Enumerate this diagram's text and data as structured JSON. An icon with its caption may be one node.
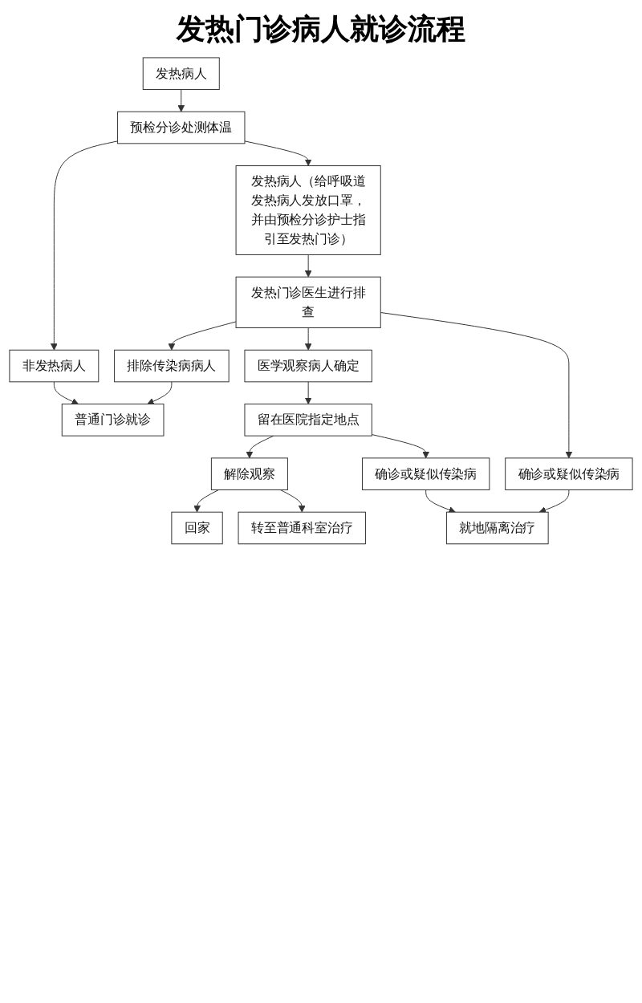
{
  "diagram": {
    "title": "发热门诊病人就诊流程",
    "nodes": [
      {
        "text": [
          "发热病人"
        ]
      },
      {
        "text": [
          "预检分诊处测体温"
        ]
      },
      {
        "text": [
          "非发热病人"
        ]
      },
      {
        "text": [
          "发热病人（给呼吸道发热病人发放口罩，并由预检分诊护士指引至发热门诊）"
        ]
      },
      {
        "text": [
          "普通门诊就诊"
        ]
      },
      {
        "text": [
          "发热门诊医生进行排查"
        ]
      },
      {
        "text": [
          "排除传染病病人"
        ]
      },
      {
        "text": [
          "医学观察病人确定"
        ]
      },
      {
        "text": [
          "确诊或疑似传染病"
        ]
      },
      {
        "text": [
          "留在医院指定地点"
        ]
      },
      {
        "text": [
          "就地隔离治疗"
        ]
      },
      {
        "text": [
          "解除观察"
        ]
      },
      {
        "text": [
          "确诊或疑似传染病"
        ]
      },
      {
        "text": [
          "回家"
        ]
      },
      {
        "text": [
          "转至普通科室治疗"
        ]
      }
    ],
    "edges": [
      {
        "from": 0,
        "to": 1,
        "arrow": "to"
      },
      {
        "from": 1,
        "to": 2,
        "arrow": "to"
      },
      {
        "from": 1,
        "to": 3,
        "arrow": "to"
      },
      {
        "from": 2,
        "to": 4,
        "arrow": "to"
      },
      {
        "from": 3,
        "to": 5,
        "arrow": "to"
      },
      {
        "from": 5,
        "to": 6,
        "arrow": "to"
      },
      {
        "from": 5,
        "to": 7,
        "arrow": "to"
      },
      {
        "from": 5,
        "to": 8,
        "arrow": "to"
      },
      {
        "from": 6,
        "to": 4,
        "arrow": "to"
      },
      {
        "from": 7,
        "to": 9,
        "arrow": "to"
      },
      {
        "from": 8,
        "to": 10,
        "arrow": "to"
      },
      {
        "from": 9,
        "to": 11,
        "arrow": "to"
      },
      {
        "from": 9,
        "to": 12,
        "arrow": "to"
      },
      {
        "from": 12,
        "to": 10,
        "arrow": "to"
      },
      {
        "from": 11,
        "to": 13,
        "arrow": "to"
      },
      {
        "from": 11,
        "to": 14,
        "arrow": "to"
      }
    ]
  }
}
